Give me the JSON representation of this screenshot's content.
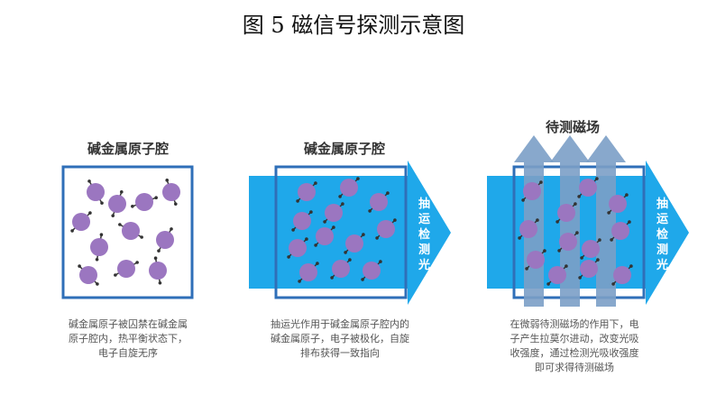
{
  "title": "图 5  磁信号探测示意图",
  "panels": [
    {
      "label": "碱金属原子腔",
      "caption_lines": [
        "碱金属原子被囚禁在碱金属",
        "原子腔内，热平衡状态下，",
        "电子自旋无序"
      ]
    },
    {
      "label": "碱金属原子腔",
      "arrow_label": [
        "抽",
        "运",
        "检",
        "测",
        "光"
      ],
      "caption_lines": [
        "抽运光作用于碱金属原子腔内的",
        "碱金属原子，电子被极化，自旋",
        "排布获得一致指向"
      ]
    },
    {
      "label": "待测磁场",
      "arrow_label": [
        "抽",
        "运",
        "检",
        "测",
        "光"
      ],
      "caption_lines": [
        "在微弱待测磁场的作用下，电",
        "子产生拉莫尔进动，改变光吸",
        "收强度，通过检测光吸收强度",
        "即可求得待测磁场"
      ]
    }
  ],
  "colors": {
    "beam": "#1fa8ea",
    "beam_light": "#8fd3f6",
    "cell_border": "#2f6fb8",
    "atom": "#9b76c0",
    "field_arrow": "#7b9ec7"
  }
}
